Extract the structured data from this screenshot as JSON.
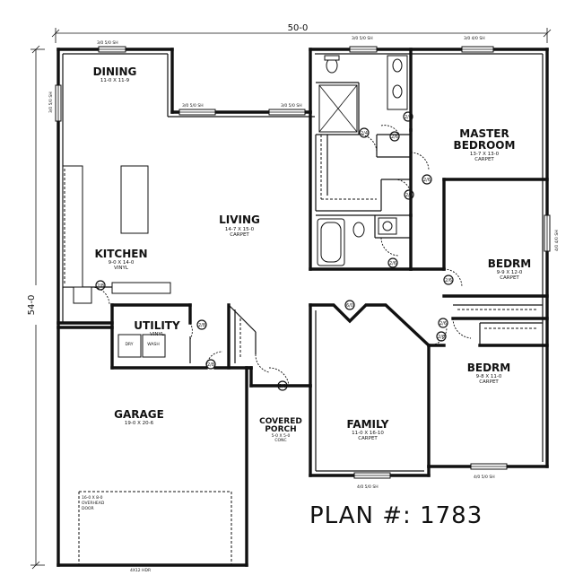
{
  "dimensions": {
    "width": "50-0",
    "depth": "54-0"
  },
  "plan_label": "PLAN #: 1783",
  "rooms": {
    "dining": {
      "name": "DINING",
      "size": "11-0 X 11-9"
    },
    "living": {
      "name": "LIVING",
      "size": "14-7 X 15-0",
      "floor": "CARPET"
    },
    "kitchen": {
      "name": "KITCHEN",
      "size": "9-0 X 14-0",
      "floor": "VINYL"
    },
    "utility": {
      "name": "UTILITY",
      "floor": "VINYL",
      "dry": "DRY",
      "wash": "WASH"
    },
    "master": {
      "name_line1": "MASTER",
      "name_line2": "BEDROOM",
      "size": "13-7 X 13-0",
      "floor": "CARPET"
    },
    "bedrm1": {
      "name": "BEDRM",
      "size": "9-9 X 12-0",
      "floor": "CARPET"
    },
    "bedrm2": {
      "name": "BEDRM",
      "size": "9-8 X 11-0",
      "floor": "CARPET"
    },
    "family": {
      "name": "FAMILY",
      "size": "11-0 X 16-10",
      "floor": "CARPET"
    },
    "garage": {
      "name": "GARAGE",
      "size": "19-0 X 20-6"
    },
    "porch": {
      "name_line1": "COVERED",
      "name_line2": "PORCH",
      "size": "5-0 X 5-0",
      "floor": "CONC"
    }
  },
  "garage_door_note": {
    "line1": "16-0 X 8-0",
    "line2": "OVERHEAD",
    "line3": "DOOR"
  },
  "header_note": "4X12 HDR",
  "windows": {
    "top_left": "3/0 5/0 SH",
    "top_mid_left": "3/0 5/0 SH",
    "top_mid_right": "3/0 5/0 SH",
    "top_bath": "3/0 5/0 SH",
    "top_master": "3/0 4/0 SH",
    "left_dining": "3/0 5/0 SH",
    "right_master": "4/0 4/0 SH",
    "bottom_family": "4/0 5/0 SH",
    "bottom_bedrm": "4/0 5/0 SH"
  },
  "door_tags": {
    "d_kitchen": "2/8",
    "d_util1": "2/8",
    "d_util2": "2/8",
    "d_porch": "3/0",
    "d_family": "6/0",
    "d_bath1": "2/4",
    "d_bath2": "2/6",
    "d_master": "2/6",
    "d_closet": "2/6",
    "d_wic": "2/8",
    "d_hall": "2/6",
    "d_bed1": "2/6",
    "d_bed2": "2/6",
    "d_bath3": "2/6"
  }
}
